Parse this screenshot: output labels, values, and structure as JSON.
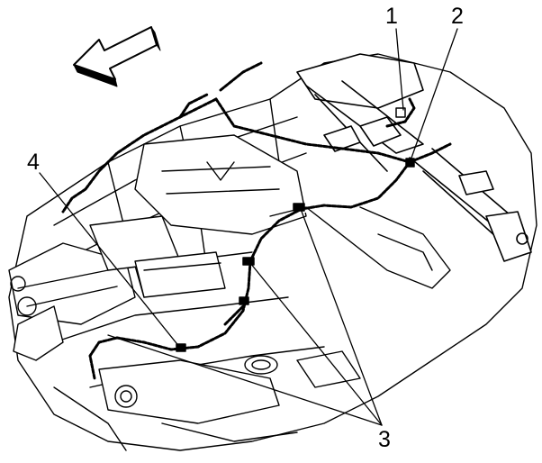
{
  "diagram": {
    "callouts": {
      "c1": "1",
      "c2": "2",
      "c3": "3",
      "c4": "4"
    },
    "colors": {
      "line": "#000000",
      "fill": "#ffffff",
      "arrow_fill": "#ffffff"
    },
    "view_direction_icon": "left-arrow-icon"
  }
}
